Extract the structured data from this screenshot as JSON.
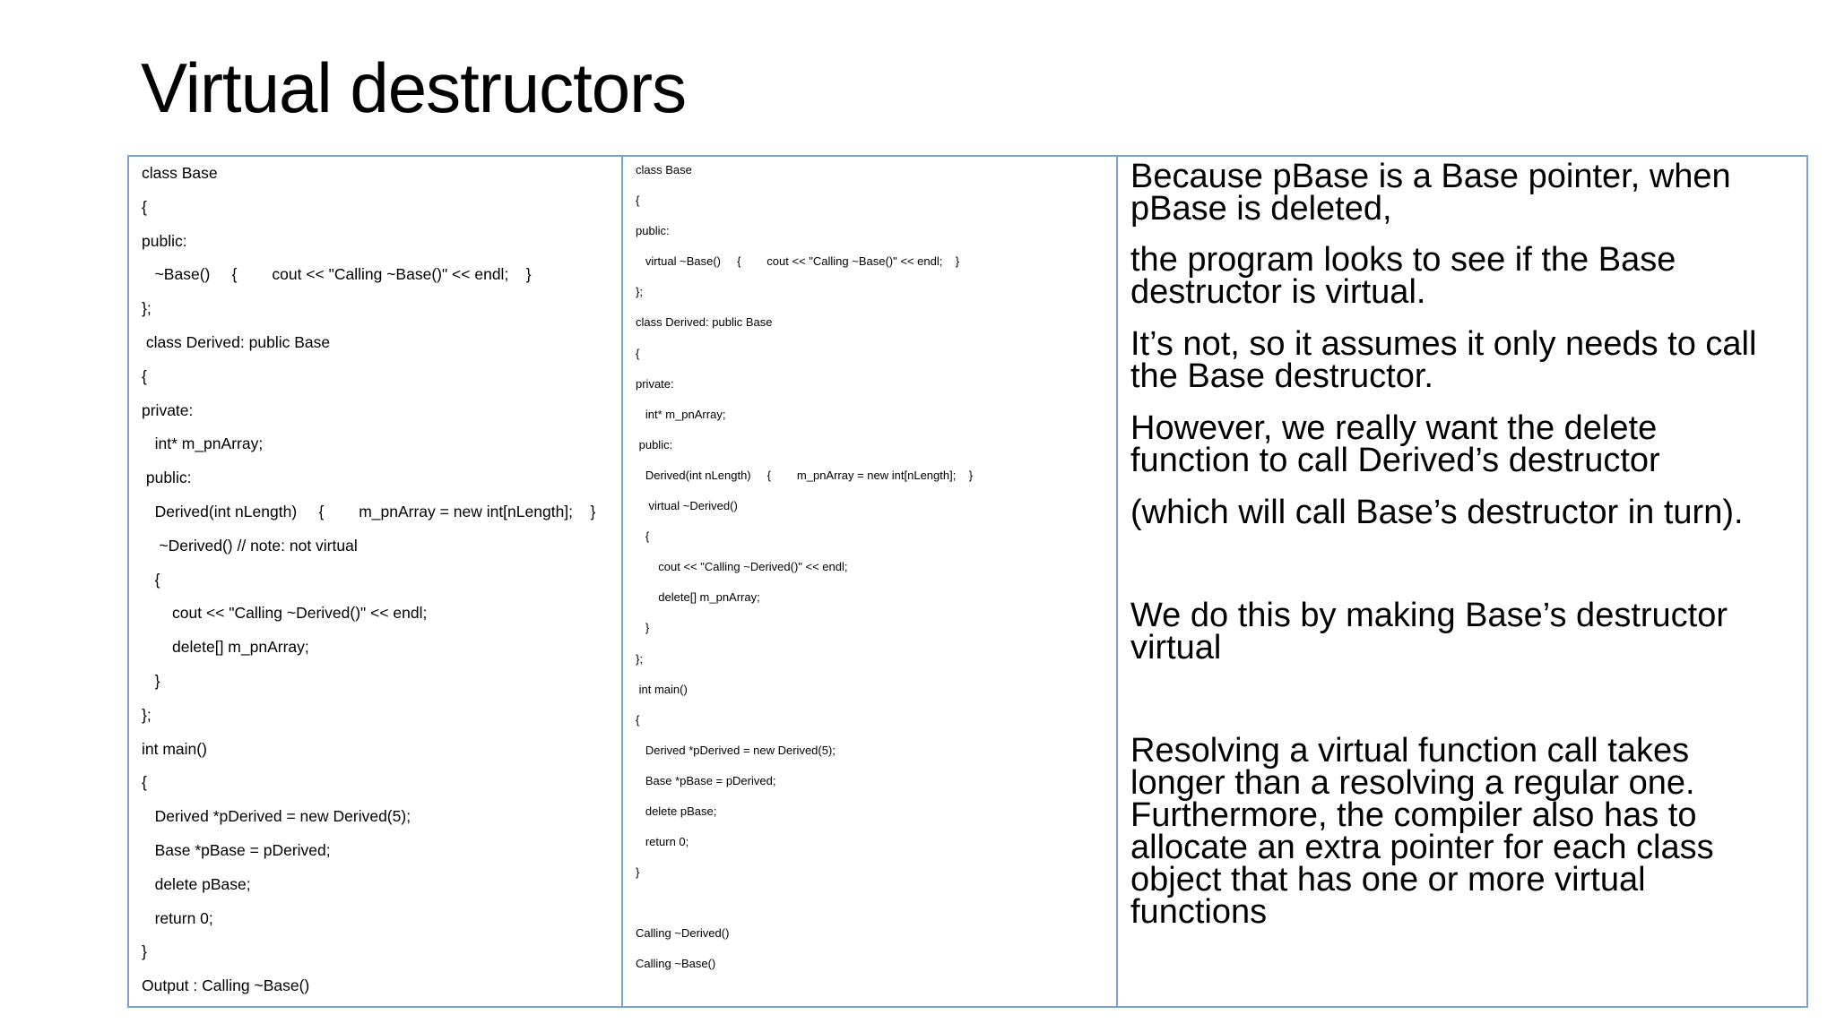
{
  "slide": {
    "title": "Virtual destructors",
    "columns": {
      "non_virtual_code": [
        "class Base",
        "{",
        "public:",
        "   ~Base()     {        cout << \"Calling ~Base()\" << endl;    }",
        "};",
        " class Derived: public Base",
        "{",
        "private:",
        "   int* m_pnArray;",
        " public:",
        "   Derived(int nLength)     {        m_pnArray = new int[nLength];    }",
        "    ~Derived() // note: not virtual",
        "   {",
        "       cout << \"Calling ~Derived()\" << endl;",
        "       delete[] m_pnArray;",
        "   }",
        "};",
        "int main()",
        "{",
        "   Derived *pDerived = new Derived(5);",
        "   Base *pBase = pDerived;",
        "   delete pBase;",
        "   return 0;",
        "}",
        "Output : Calling ~Base()"
      ],
      "virtual_code": [
        "class Base",
        "{",
        "public:",
        "   virtual ~Base()     {        cout << \"Calling ~Base()\" << endl;    }",
        "};",
        "class Derived: public Base",
        "{",
        "private:",
        "   int* m_pnArray;",
        " public:",
        "   Derived(int nLength)     {        m_pnArray = new int[nLength];    }",
        "    virtual ~Derived()",
        "   {",
        "       cout << \"Calling ~Derived()\" << endl;",
        "       delete[] m_pnArray;",
        "   }",
        "};",
        " int main()",
        "{",
        "   Derived *pDerived = new Derived(5);",
        "   Base *pBase = pDerived;",
        "   delete pBase;",
        "   return 0;",
        "}",
        "",
        "Calling ~Derived()",
        "Calling ~Base()"
      ],
      "explanation": [
        "Because pBase is a Base pointer, when\npBase is deleted,",
        "the program looks to see if the Base\ndestructor is virtual.",
        "It’s not, so it assumes it only needs to call\nthe Base destructor.",
        "However, we really want the delete\nfunction to call Derived’s destructor",
        "(which will call Base’s destructor in turn).",
        "We do this by making Base’s destructor\nvirtual",
        "Resolving a virtual function call takes\nlonger than a resolving a regular one.\nFurthermore, the compiler also has to\nallocate an extra pointer for each class\nobject that has one or more virtual\nfunctions"
      ]
    }
  }
}
